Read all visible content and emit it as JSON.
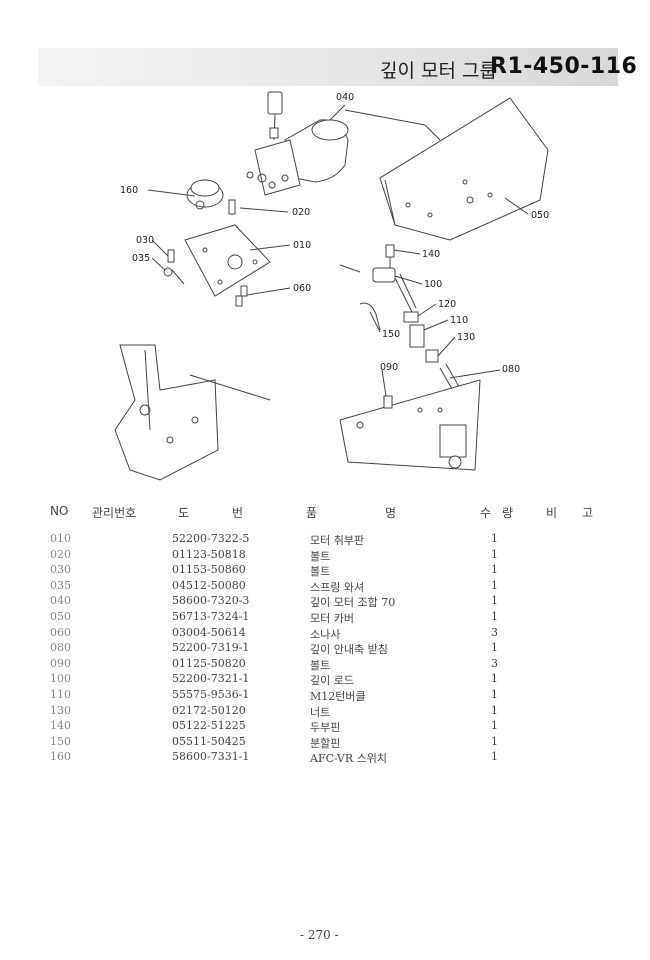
{
  "header": {
    "title_korean": "깊이 모터 그룹",
    "title_code": "R1-450-116"
  },
  "callouts": [
    "040",
    "160",
    "020",
    "010",
    "030",
    "035",
    "060",
    "050",
    "140",
    "100",
    "120",
    "110",
    "150",
    "130",
    "090",
    "080"
  ],
  "table": {
    "columns": [
      "NO",
      "관리번호",
      "도",
      "번",
      "품",
      "명",
      "수",
      "량",
      "비",
      "고"
    ],
    "rows": [
      {
        "no": "010",
        "part_no": "52200-7322-5",
        "name": "모터 취부판",
        "qty": "1"
      },
      {
        "no": "020",
        "part_no": "01123-50818",
        "name": "볼트",
        "qty": "1"
      },
      {
        "no": "030",
        "part_no": "01153-50860",
        "name": "볼트",
        "qty": "1"
      },
      {
        "no": "035",
        "part_no": "04512-50080",
        "name": "스프링 와셔",
        "qty": "1"
      },
      {
        "no": "040",
        "part_no": "58600-7320-3",
        "name": "깊이 모터 조합 70",
        "qty": "1"
      },
      {
        "no": "050",
        "part_no": "56713-7324-1",
        "name": "모터 카버",
        "qty": "1"
      },
      {
        "no": "060",
        "part_no": "03004-50614",
        "name": "소나사",
        "qty": "3"
      },
      {
        "no": "080",
        "part_no": "52200-7319-1",
        "name": "깊이 안내축 받침",
        "qty": "1"
      },
      {
        "no": "090",
        "part_no": "01125-50820",
        "name": "볼트",
        "qty": "3"
      },
      {
        "no": "100",
        "part_no": "52200-7321-1",
        "name": "깊이 로드",
        "qty": "1"
      },
      {
        "no": "110",
        "part_no": "55575-9536-1",
        "name": "M12턴버클",
        "qty": "1"
      },
      {
        "no": "130",
        "part_no": "02172-50120",
        "name": "너트",
        "qty": "1"
      },
      {
        "no": "140",
        "part_no": "05122-51225",
        "name": "두부핀",
        "qty": "1"
      },
      {
        "no": "150",
        "part_no": "05511-50425",
        "name": "분할핀",
        "qty": "1"
      },
      {
        "no": "160",
        "part_no": "58600-7331-1",
        "name": "AFC-VR 스위치",
        "qty": "1"
      }
    ]
  },
  "page_number": "- 270 -"
}
